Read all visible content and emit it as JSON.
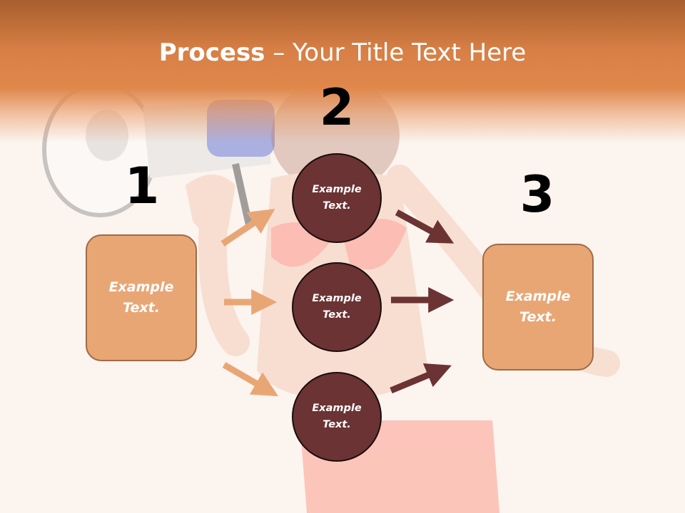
{
  "slide": {
    "title_bold": "Process",
    "title_rest": " – Your Title Text Here",
    "steps": {
      "one": "1",
      "two": "2",
      "three": "3"
    },
    "left_box": "Example Text.",
    "circles": [
      "Example Text.",
      "Example Text.",
      "Example Text."
    ],
    "right_box": "Example Text."
  },
  "colors": {
    "header": "#d77f45",
    "box_fill": "#e9a675",
    "circle_fill": "#6b3333",
    "arrow_light": "#e9a675",
    "arrow_dark": "#6b3333"
  }
}
